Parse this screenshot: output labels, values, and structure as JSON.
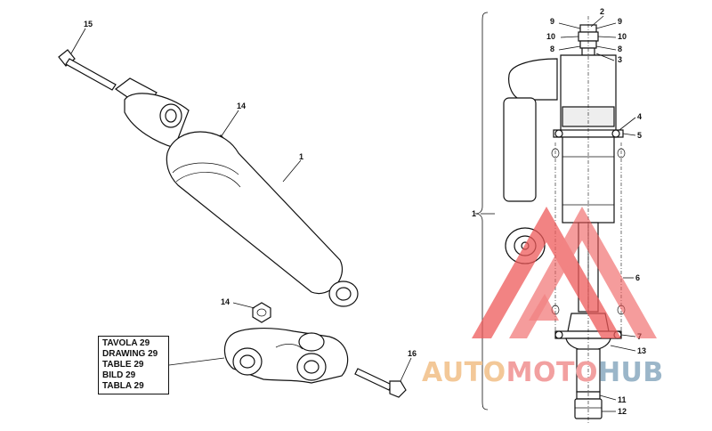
{
  "callouts_left": {
    "c15": "15",
    "c14_top": "14",
    "c1": "1",
    "c14_low": "14",
    "c16": "16"
  },
  "callouts_right": {
    "c2": "2",
    "c9_l": "9",
    "c9_r": "9",
    "c10_l": "10",
    "c10_r": "10",
    "c8_l": "8",
    "c8_r": "8",
    "c3": "3",
    "c4": "4",
    "c5": "5",
    "c1_brace": "1",
    "c6": "6",
    "c7": "7",
    "c13": "13",
    "c11": "11",
    "c12": "12"
  },
  "reference_box": {
    "line1": "TAVOLA 29",
    "line2": "DRAWING 29",
    "line3": "TABLE 29",
    "line4": "BILD 29",
    "line5": "TABLA 29"
  },
  "watermark": {
    "part1": "AUTO",
    "part2": "MOTO",
    "part3": "HUB",
    "colors": {
      "orange": "#f3c898",
      "red": "#f2a0a0",
      "blue": "#9bb6c9",
      "logo_red": "#ee5a5a"
    }
  }
}
